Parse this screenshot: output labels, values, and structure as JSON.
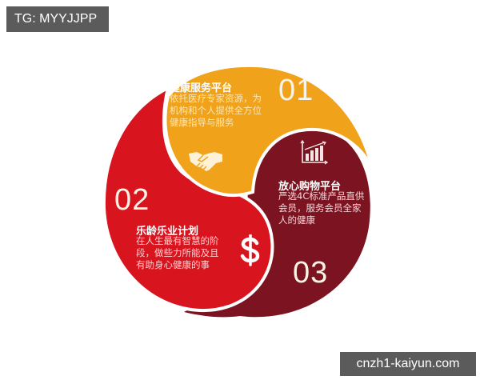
{
  "watermarks": {
    "top_left": "TG: MYYJJPP",
    "bottom_right": "cnzh1-kaiyun.com"
  },
  "colors": {
    "orange": "#f0a21a",
    "red": "#d8141e",
    "maroon": "#7b1320",
    "outline": "#ffffff",
    "watermark_bg": "#5b5b5b"
  },
  "segments": [
    {
      "number": "01",
      "title": "健康服务平台",
      "description_lines": [
        "依托医疗专家资源，为",
        "机构和个人提供全方位",
        "健康指导与服务"
      ],
      "icon": "handshake-icon",
      "color": "#f0a21a"
    },
    {
      "number": "02",
      "title": "乐龄乐业计划",
      "description_lines": [
        "在人生最有智慧的阶",
        "段，做些力所能及且",
        "有助身心健康的事"
      ],
      "icon": "dollar-icon",
      "color": "#d8141e"
    },
    {
      "number": "03",
      "title": "放心购物平台",
      "description_lines": [
        "严选4C标准产品直供",
        "会员，服务会员全家",
        "人的健康"
      ],
      "icon": "bar-chart-growth-icon",
      "color": "#7b1320"
    }
  ]
}
